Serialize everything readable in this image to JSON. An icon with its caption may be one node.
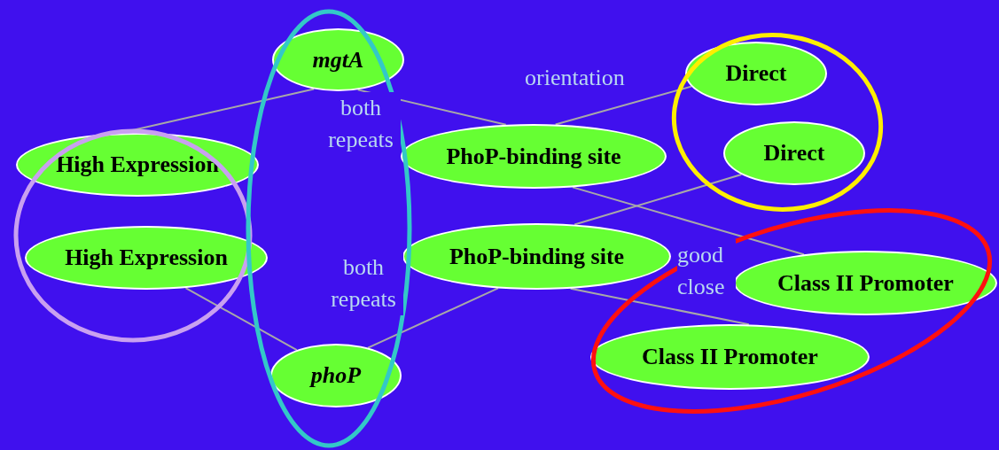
{
  "diagram": {
    "nodes": [
      {
        "text": [
          "High Expression"
        ]
      },
      {
        "text": [
          "High Expression"
        ]
      },
      {
        "text": [
          "mgtA"
        ]
      },
      {
        "text": [
          "phoP"
        ]
      },
      {
        "text": [
          "PhoP-binding site"
        ]
      },
      {
        "text": [
          "PhoP-binding site"
        ]
      },
      {
        "text": [
          "Direct"
        ]
      },
      {
        "text": [
          "Direct"
        ]
      },
      {
        "text": [
          "Class II Promoter"
        ]
      },
      {
        "text": [
          "Class II Promoter"
        ]
      }
    ],
    "edges": [
      {
        "from": 2,
        "to": 0,
        "arrow": "none"
      },
      {
        "from": 2,
        "to": 4,
        "arrow": "none"
      },
      {
        "from": 4,
        "to": 6,
        "arrow": "none"
      },
      {
        "from": 4,
        "to": 8,
        "arrow": "none"
      },
      {
        "from": 5,
        "to": 7,
        "arrow": "none"
      },
      {
        "from": 5,
        "to": 9,
        "arrow": "none"
      },
      {
        "from": 1,
        "to": 3,
        "arrow": "none"
      },
      {
        "from": 3,
        "to": 5,
        "arrow": "none"
      }
    ],
    "labels": [
      "orientation",
      "both repeats",
      "both repeats",
      "good close"
    ]
  }
}
